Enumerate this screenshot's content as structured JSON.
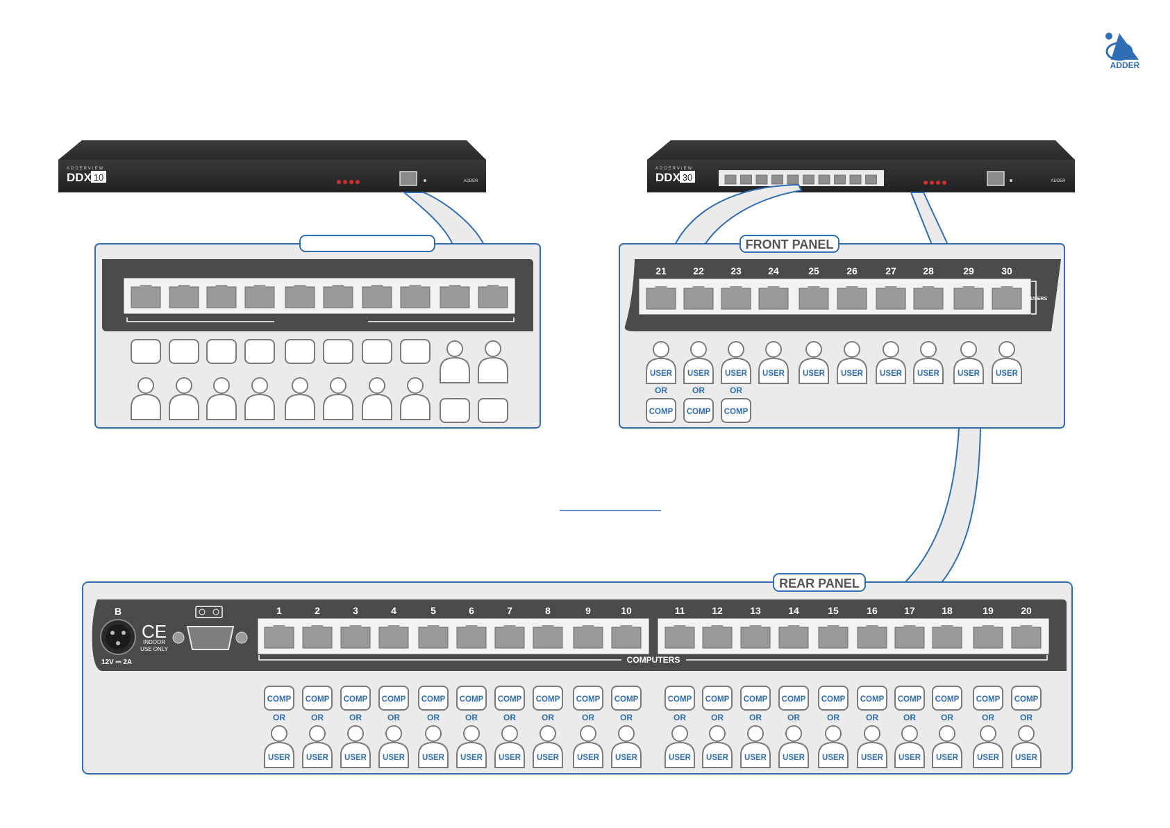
{
  "logo": {
    "text": "ADDER"
  },
  "ddx10": {
    "brand_small": "ADDERVIEW",
    "model_prefix": "DDX",
    "model_num": "10",
    "blank_label": ""
  },
  "ddx30": {
    "brand_small": "ADDERVIEW",
    "model_prefix": "DDX",
    "model_num": "30",
    "front_panel_label": "FRONT PANEL",
    "port_numbers": [
      "21",
      "22",
      "23",
      "24",
      "25",
      "26",
      "27",
      "28",
      "29",
      "30"
    ],
    "side_label": "USERS",
    "user_label": "USER",
    "or_label": "OR",
    "comp_label": "COMP",
    "dual_ports": 3
  },
  "rear": {
    "label": "REAR PANEL",
    "power_letter": "B",
    "power_rating": "12V ⎓ 2A",
    "ce_mark": "CE",
    "indoor_line1": "INDOOR",
    "indoor_line2": "USE ONLY",
    "port_numbers_a": [
      "1",
      "2",
      "3",
      "4",
      "5",
      "6",
      "7",
      "8",
      "9",
      "10"
    ],
    "port_numbers_b": [
      "11",
      "12",
      "13",
      "14",
      "15",
      "16",
      "17",
      "18",
      "19",
      "20"
    ],
    "group_label": "COMPUTERS",
    "comp_label": "COMP",
    "or_label": "OR",
    "user_label": "USER"
  },
  "colors": {
    "accent_blue": "#2f6db5",
    "panel_fill": "#ebebec",
    "device_dark": "#4a4a4c",
    "port_fill": "#9a9a9a",
    "led_red": "#d0302b"
  }
}
